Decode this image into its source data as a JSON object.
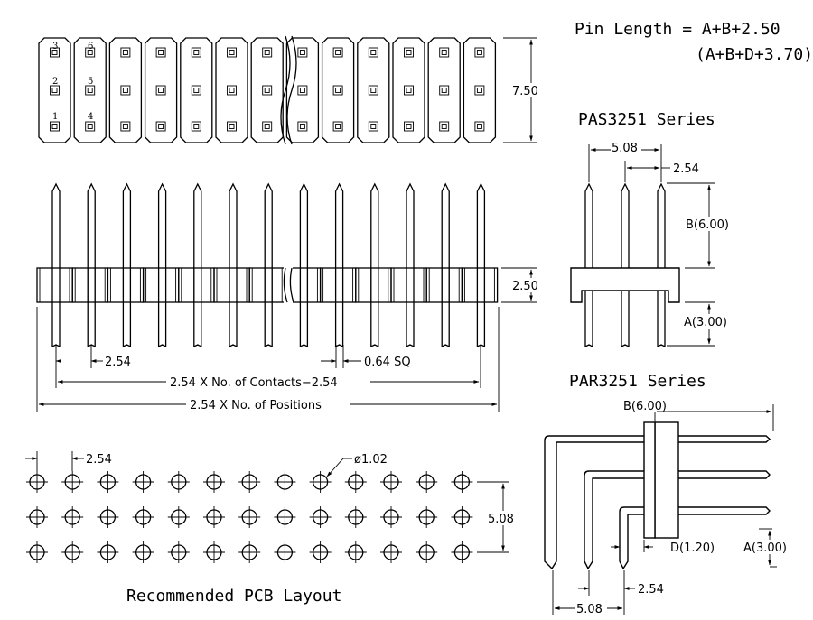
{
  "header": {
    "formula_line1": "Pin Length = A+B+2.50",
    "formula_line2": "(A+B+D+3.70)"
  },
  "top_view": {
    "pin_numbers": [
      "3",
      "6",
      "2",
      "5",
      "1",
      "4"
    ],
    "height_dim": "7.50"
  },
  "front_view": {
    "body_height_dim": "2.50",
    "pitch_dim": "2.54",
    "pin_size_dim": "0.64 SQ",
    "contacts_dim": "2.54 X No. of Contacts−2.54",
    "positions_dim": "2.54 X No. of Positions"
  },
  "pas_series": {
    "title": "PAS3251 Series",
    "dim_508": "5.08",
    "dim_254": "2.54",
    "dim_b": "B(6.00)",
    "dim_a": "A(3.00)"
  },
  "par_series": {
    "title": "PAR3251 Series",
    "dim_b": "B(6.00)",
    "dim_d": "D(1.20)",
    "dim_a": "A(3.00)",
    "dim_254": "2.54",
    "dim_508": "5.08"
  },
  "pcb_layout": {
    "title": "Recommended PCB Layout",
    "pitch_dim": "2.54",
    "hole_dim": "ø1.02",
    "row_dim": "5.08"
  }
}
